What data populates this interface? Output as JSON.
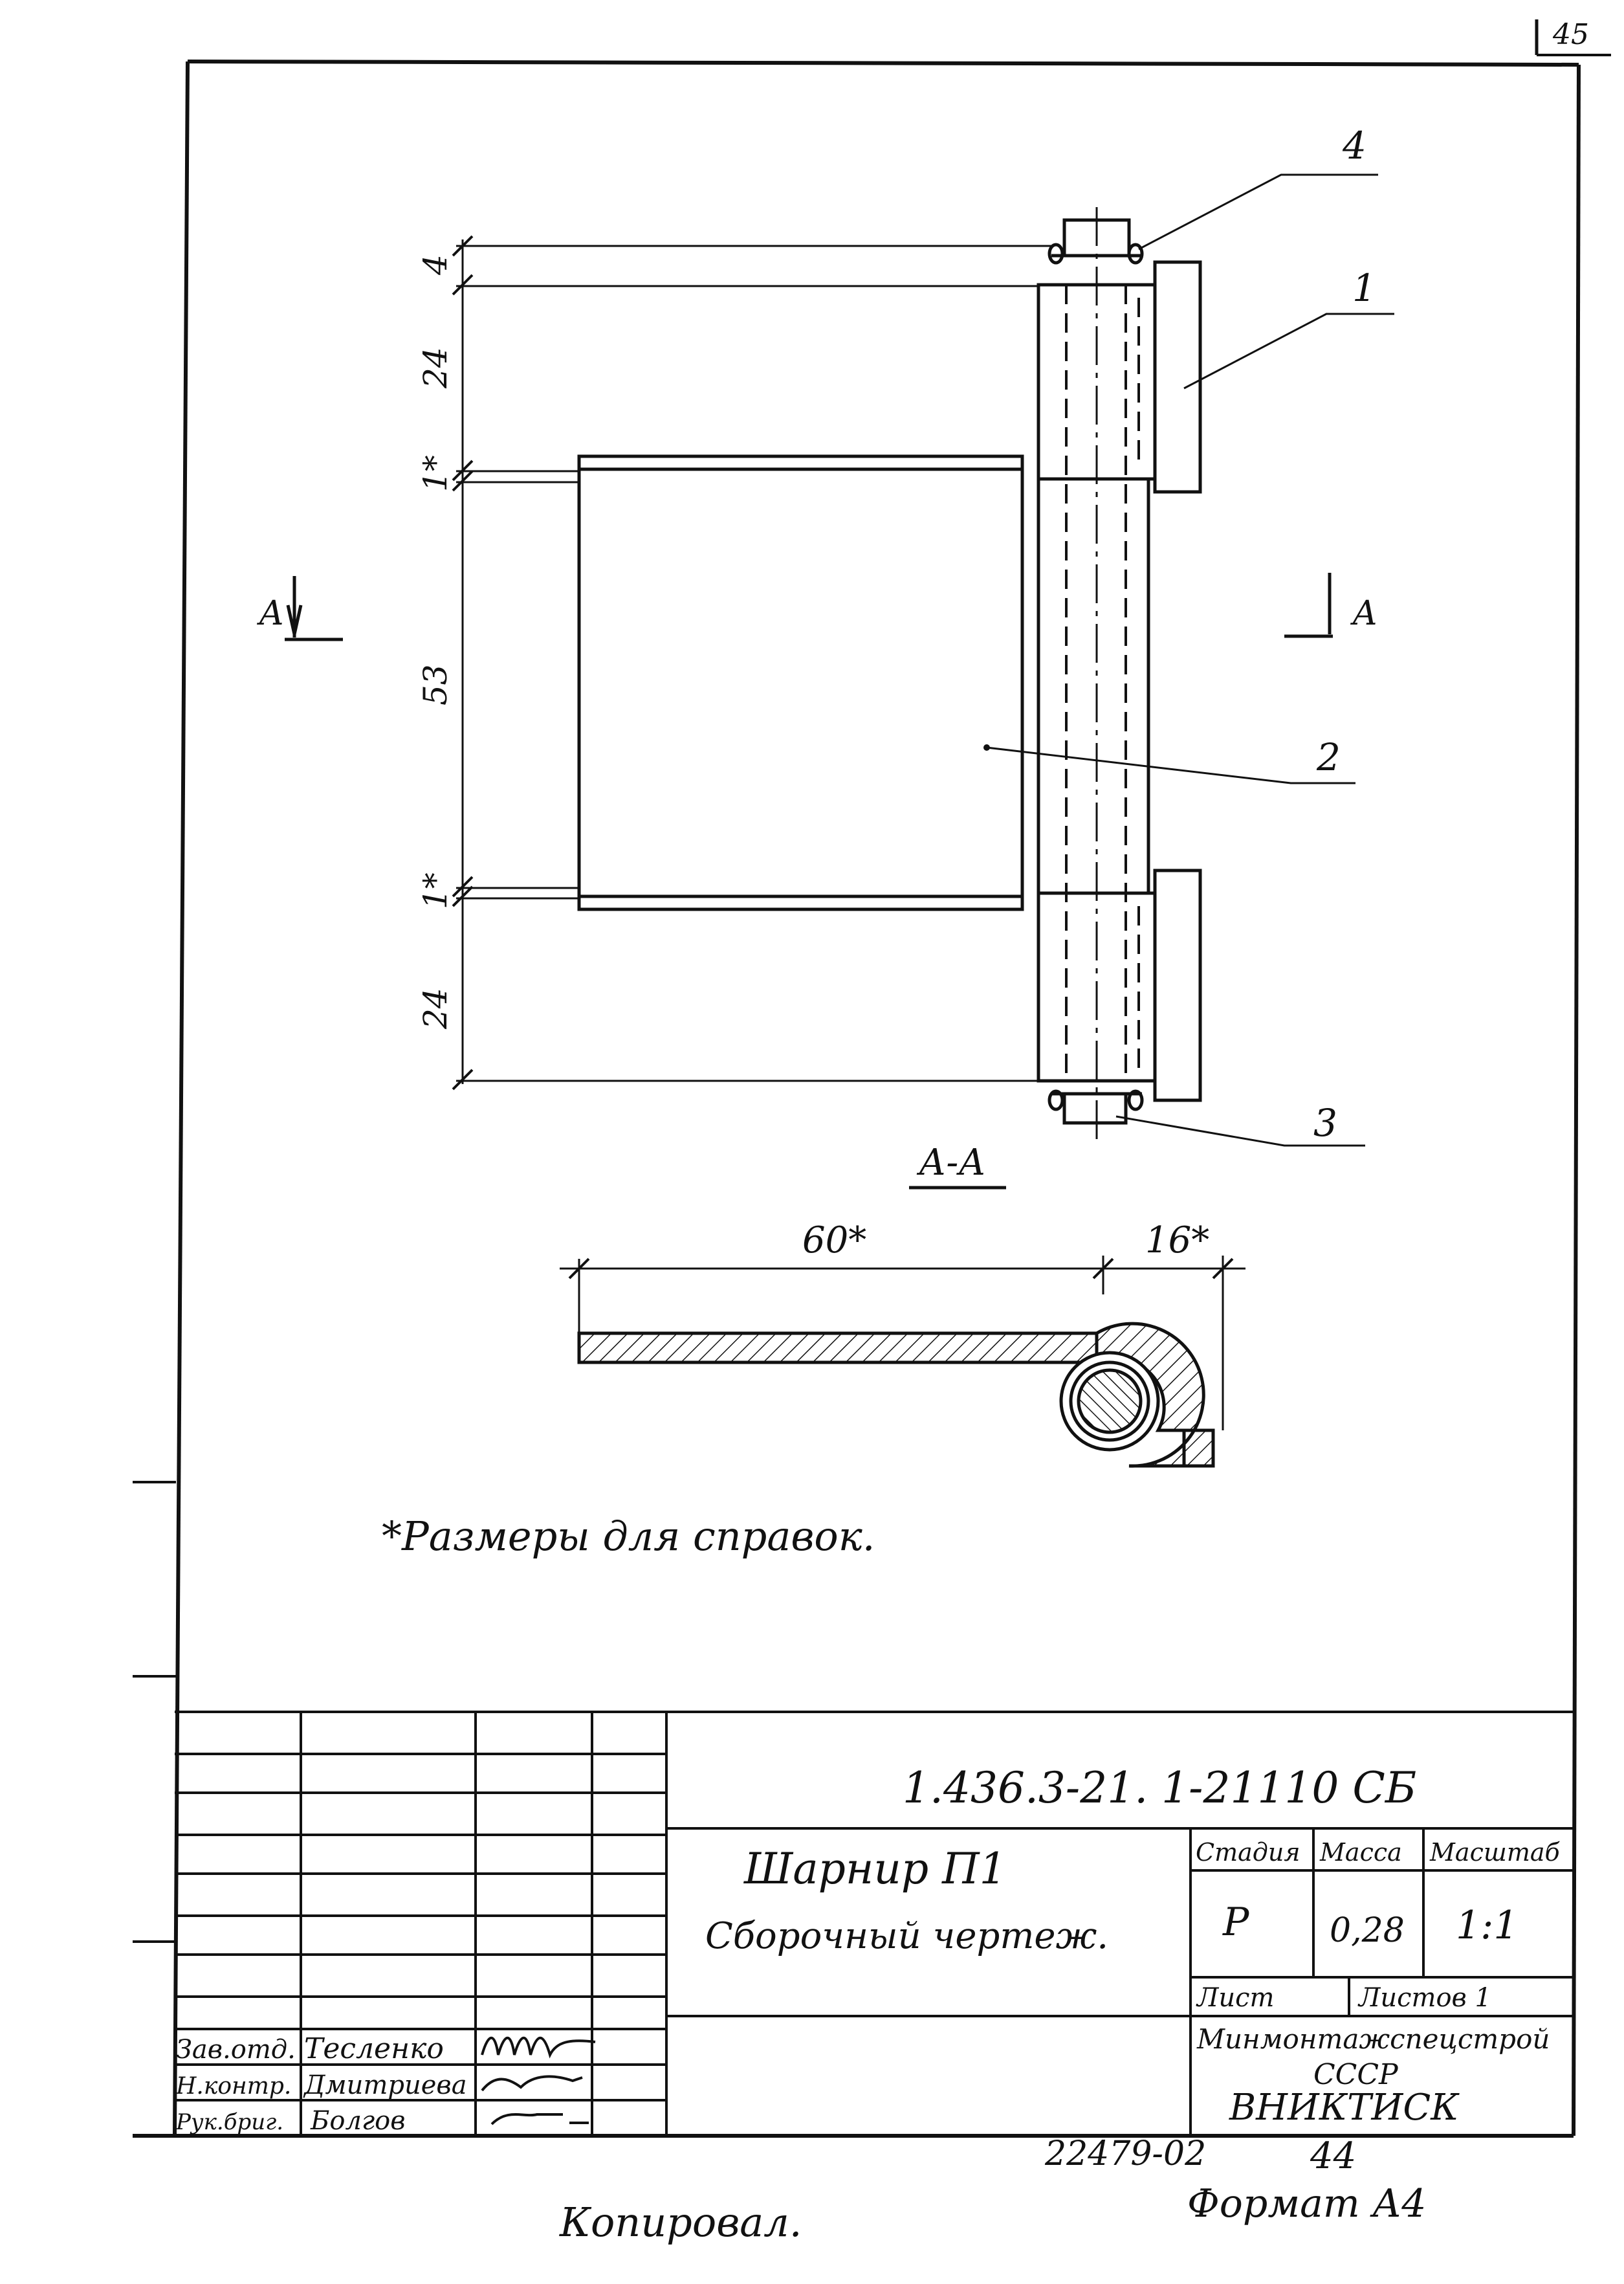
{
  "sheet_number": "45",
  "drawing": {
    "section_marker": "А",
    "section_title": "А-А",
    "dims_vertical": [
      "4",
      "24",
      "1*",
      "53",
      "1*",
      "24"
    ],
    "dims_section": [
      "60*",
      "16*"
    ],
    "callouts": [
      "1",
      "2",
      "3",
      "4"
    ],
    "note": "*Размеры для справок."
  },
  "title_block": {
    "code": "1.436.3-21.   1-21110 СБ",
    "name_line1": "Шарнир П1",
    "name_line2": "Сборочный чертеж.",
    "stage_header": "Стадия",
    "mass_header": "Масса",
    "scale_header": "Масштаб",
    "stage_value": "Р",
    "mass_value": "0,28",
    "scale_value": "1:1",
    "sheet_label": "Лист",
    "sheets_label": "Листов 1",
    "org_line1": "Минмонтажспецстрой",
    "org_line2": "СССР",
    "org_line3": "ВНИКТИСК",
    "signatures": [
      {
        "role": "Зав.отд.",
        "name": "Тесленко"
      },
      {
        "role": "Н.контр.",
        "name": "Дмитриева"
      },
      {
        "role": "Рук.бриг.",
        "name": "Болгов"
      }
    ]
  },
  "footer": {
    "copied": "Копировал.",
    "order": "22479-02",
    "page": "44",
    "format": "Формат А4"
  }
}
